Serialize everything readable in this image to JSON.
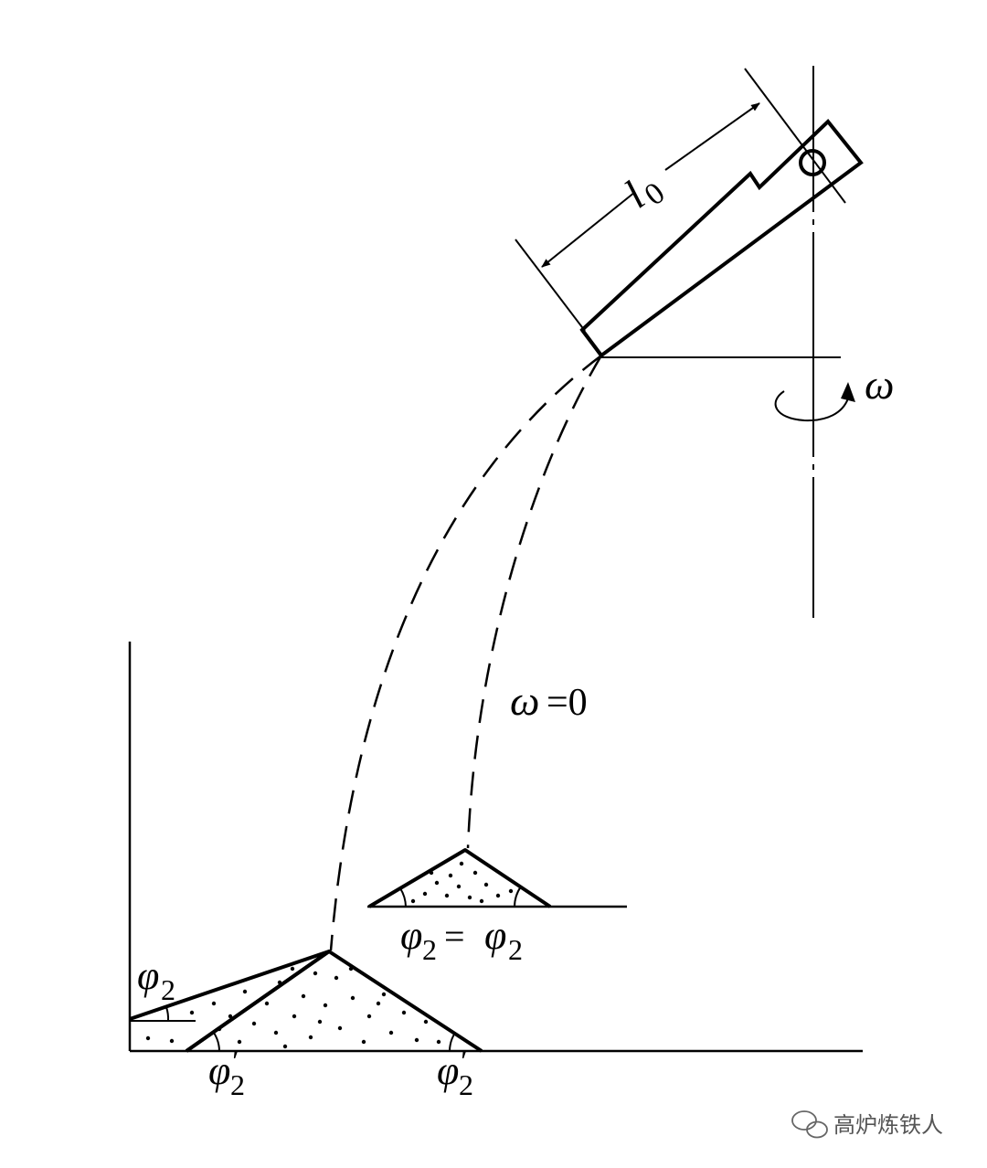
{
  "labels": {
    "chute_length": "l",
    "chute_length_sub": "0",
    "omega": "ω",
    "omega_zero_symbol": "ω",
    "omega_zero_rest": "=0",
    "phi": "φ",
    "phi_sub": "2",
    "equals": "=",
    "prime": "′"
  },
  "watermark": {
    "text": "高炉炼铁人",
    "icon": "wechat-icon"
  }
}
